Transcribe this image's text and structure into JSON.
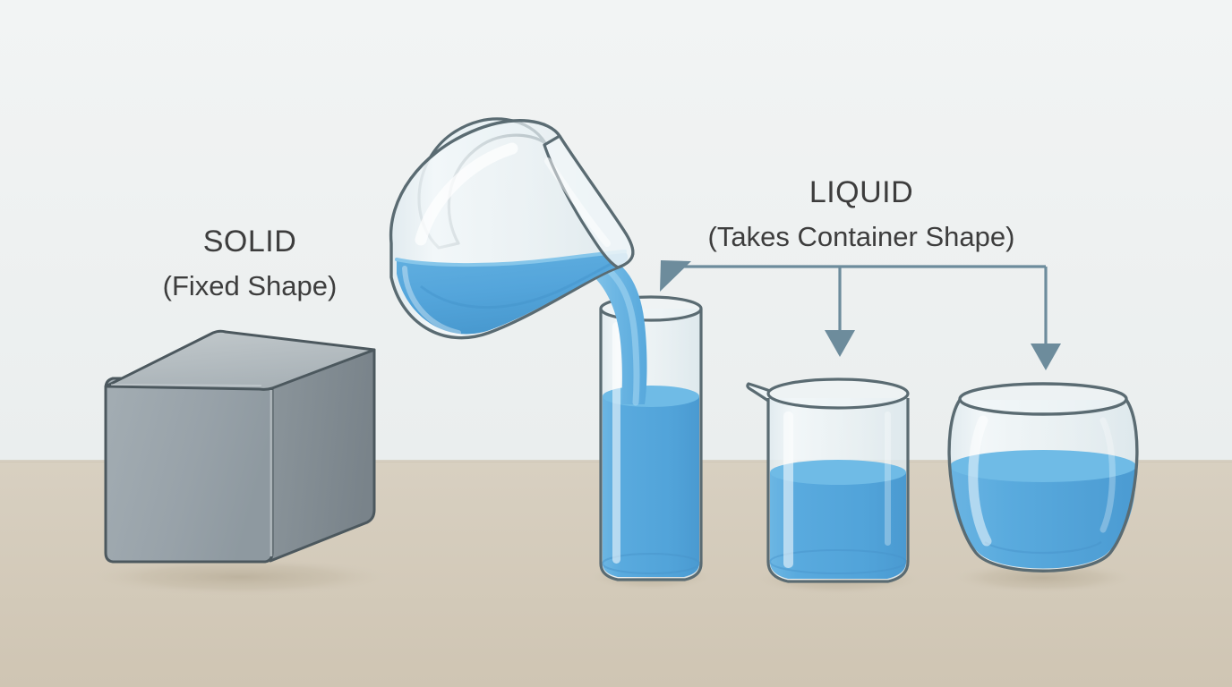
{
  "diagram": {
    "title_solid": "SOLID",
    "subtitle_solid": "(Fixed Shape)",
    "title_liquid": "LIQUID",
    "subtitle_liquid": "(Takes Container Shape)"
  },
  "colors": {
    "background": "#eef1f1",
    "table": "#d5cdbe",
    "table_shadow": "#c6bdaa",
    "text": "#3d3d3d",
    "arrow": "#6d8c9c",
    "glass_outline": "#5a6b72",
    "glass_fill": "#e8f1f4",
    "glass_highlight": "#f5fafb",
    "water": "#59aade",
    "water_dark": "#4796cc",
    "water_light": "#7ec2e8",
    "water_surface": "#6fbbe6",
    "cube_top": "#b4bcc0",
    "cube_front": "#9aa4ab",
    "cube_side": "#7f898f",
    "cube_edge": "#4c585e"
  },
  "objects": {
    "solid": {
      "name": "cube",
      "state": "solid",
      "shape": "fixed cube"
    },
    "pitcher": {
      "name": "pitcher",
      "state": "pouring",
      "contents": "blue liquid"
    },
    "containers": [
      {
        "name": "tall-cylinder-glass",
        "shape": "cylinder",
        "fill_percent": 60
      },
      {
        "name": "beaker",
        "shape": "beaker with spout",
        "fill_percent": 55
      },
      {
        "name": "round-bowl",
        "shape": "spherical bowl",
        "fill_percent": 60
      }
    ]
  },
  "arrows": {
    "count": 3,
    "description": "bracket from LIQUID label branching to three containers",
    "targets": [
      "tall-cylinder-glass",
      "beaker",
      "round-bowl"
    ]
  }
}
